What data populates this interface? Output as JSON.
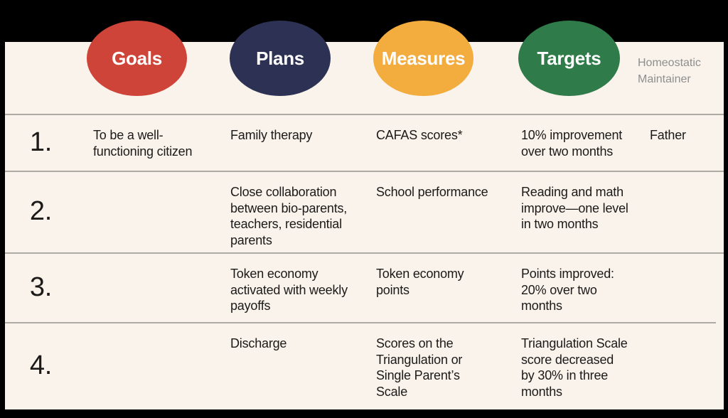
{
  "colors": {
    "page_bg": "#000000",
    "panel_bg": "#faf3ec",
    "divider": "#aeaaa4",
    "text": "#1c1a19",
    "muted_text": "#8e8e8e",
    "oval_text": "#ffffff"
  },
  "headers": [
    {
      "label": "Goals",
      "color": "#cf4438"
    },
    {
      "label": "Plans",
      "color": "#2d3154"
    },
    {
      "label": "Measures",
      "color": "#f3ac3e"
    },
    {
      "label": "Targets",
      "color": "#2f7b4a"
    }
  ],
  "homeostatic_header": "Homeostatic\nMaintainer",
  "rows": [
    {
      "num": "1.",
      "goal": "To be a well-\nfunctioning citizen",
      "plan": "Family therapy",
      "measure": "CAFAS scores*",
      "target": "10% improvement\nover two months",
      "homeostatic": "Father"
    },
    {
      "num": "2.",
      "goal": "",
      "plan": "Close collaboration\nbetween bio-parents,\nteachers, residential\nparents",
      "measure": "School performance",
      "target": "Reading and math\nimprove—one level\nin two months",
      "homeostatic": ""
    },
    {
      "num": "3.",
      "goal": "",
      "plan": "Token economy\nactivated with weekly\npayoffs",
      "measure": "Token economy\npoints",
      "target": "Points improved:\n20% over two months",
      "homeostatic": ""
    },
    {
      "num": "4.",
      "goal": "",
      "plan": "Discharge",
      "measure": "Scores on the\nTriangulation or\nSingle Parent’s\nScale",
      "target": "Triangulation Scale\nscore decreased\nby 30% in three\nmonths",
      "homeostatic": ""
    }
  ]
}
